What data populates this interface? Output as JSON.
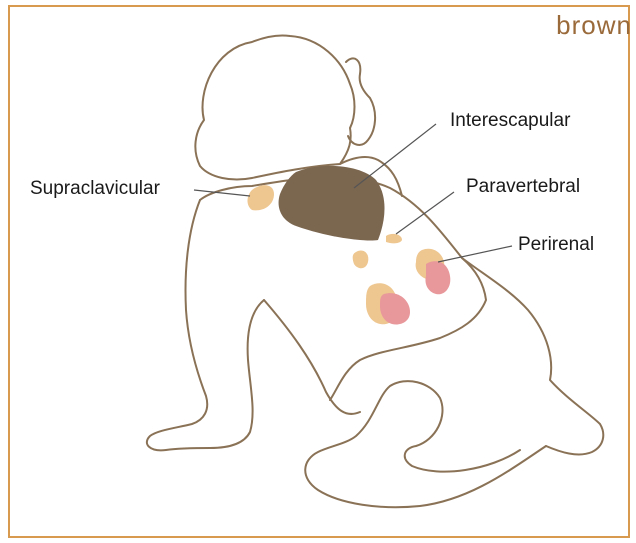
{
  "title": "brown",
  "labels": {
    "interscapular": "Interescapular",
    "supraclavicular": "Supraclavicular",
    "paravertebral": "Paravertebral",
    "perirenal": "Perirenal"
  },
  "colors": {
    "frame": "#d89a4f",
    "title": "#9a6a3b",
    "outline": "#8a7256",
    "brown_fat": "#7b6650",
    "beige_fat": "#eec690",
    "kidney": "#e8979a"
  }
}
